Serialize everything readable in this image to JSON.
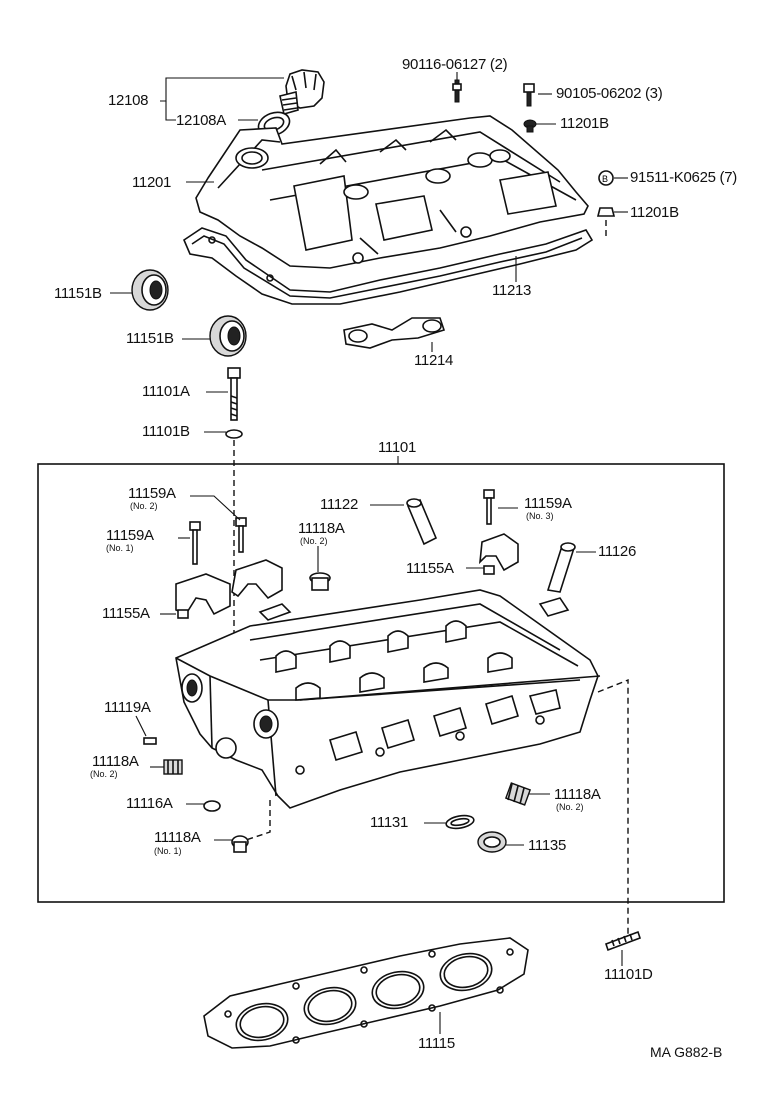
{
  "parts": {
    "p12108": "12108",
    "p12108A": "12108A",
    "p11201": "11201",
    "p11201B_top": "11201B",
    "p11201B_side": "11201B",
    "p90116": "90116-06127 (2)",
    "p90105": "90105-06202 (3)",
    "p91511": "91511-K0625 (7)",
    "p11213": "11213",
    "p11214": "11214",
    "p11151B_a": "11151B",
    "p11151B_b": "11151B",
    "p11101A": "11101A",
    "p11101B": "11101B",
    "p11101": "11101",
    "p11159A_no2": "11159A",
    "p11159A_no1": "11159A",
    "p11159A_no3": "11159A",
    "p11122": "11122",
    "p11118A_top": "11118A",
    "p11155A_right": "11155A",
    "p11126": "11126",
    "p11155A_left": "11155A",
    "p11119A": "11119A",
    "p11118A_left": "11118A",
    "p11116A": "11116A",
    "p11118A_bottom": "11118A",
    "p11118A_right": "11118A",
    "p11131": "11131",
    "p11135": "11135",
    "p11101D": "11101D",
    "p11115": "11115"
  },
  "notes": {
    "no1": "(No. 1)",
    "no2": "(No. 2)",
    "no3": "(No. 3)"
  },
  "footer": {
    "code": "MA  G882-B"
  }
}
